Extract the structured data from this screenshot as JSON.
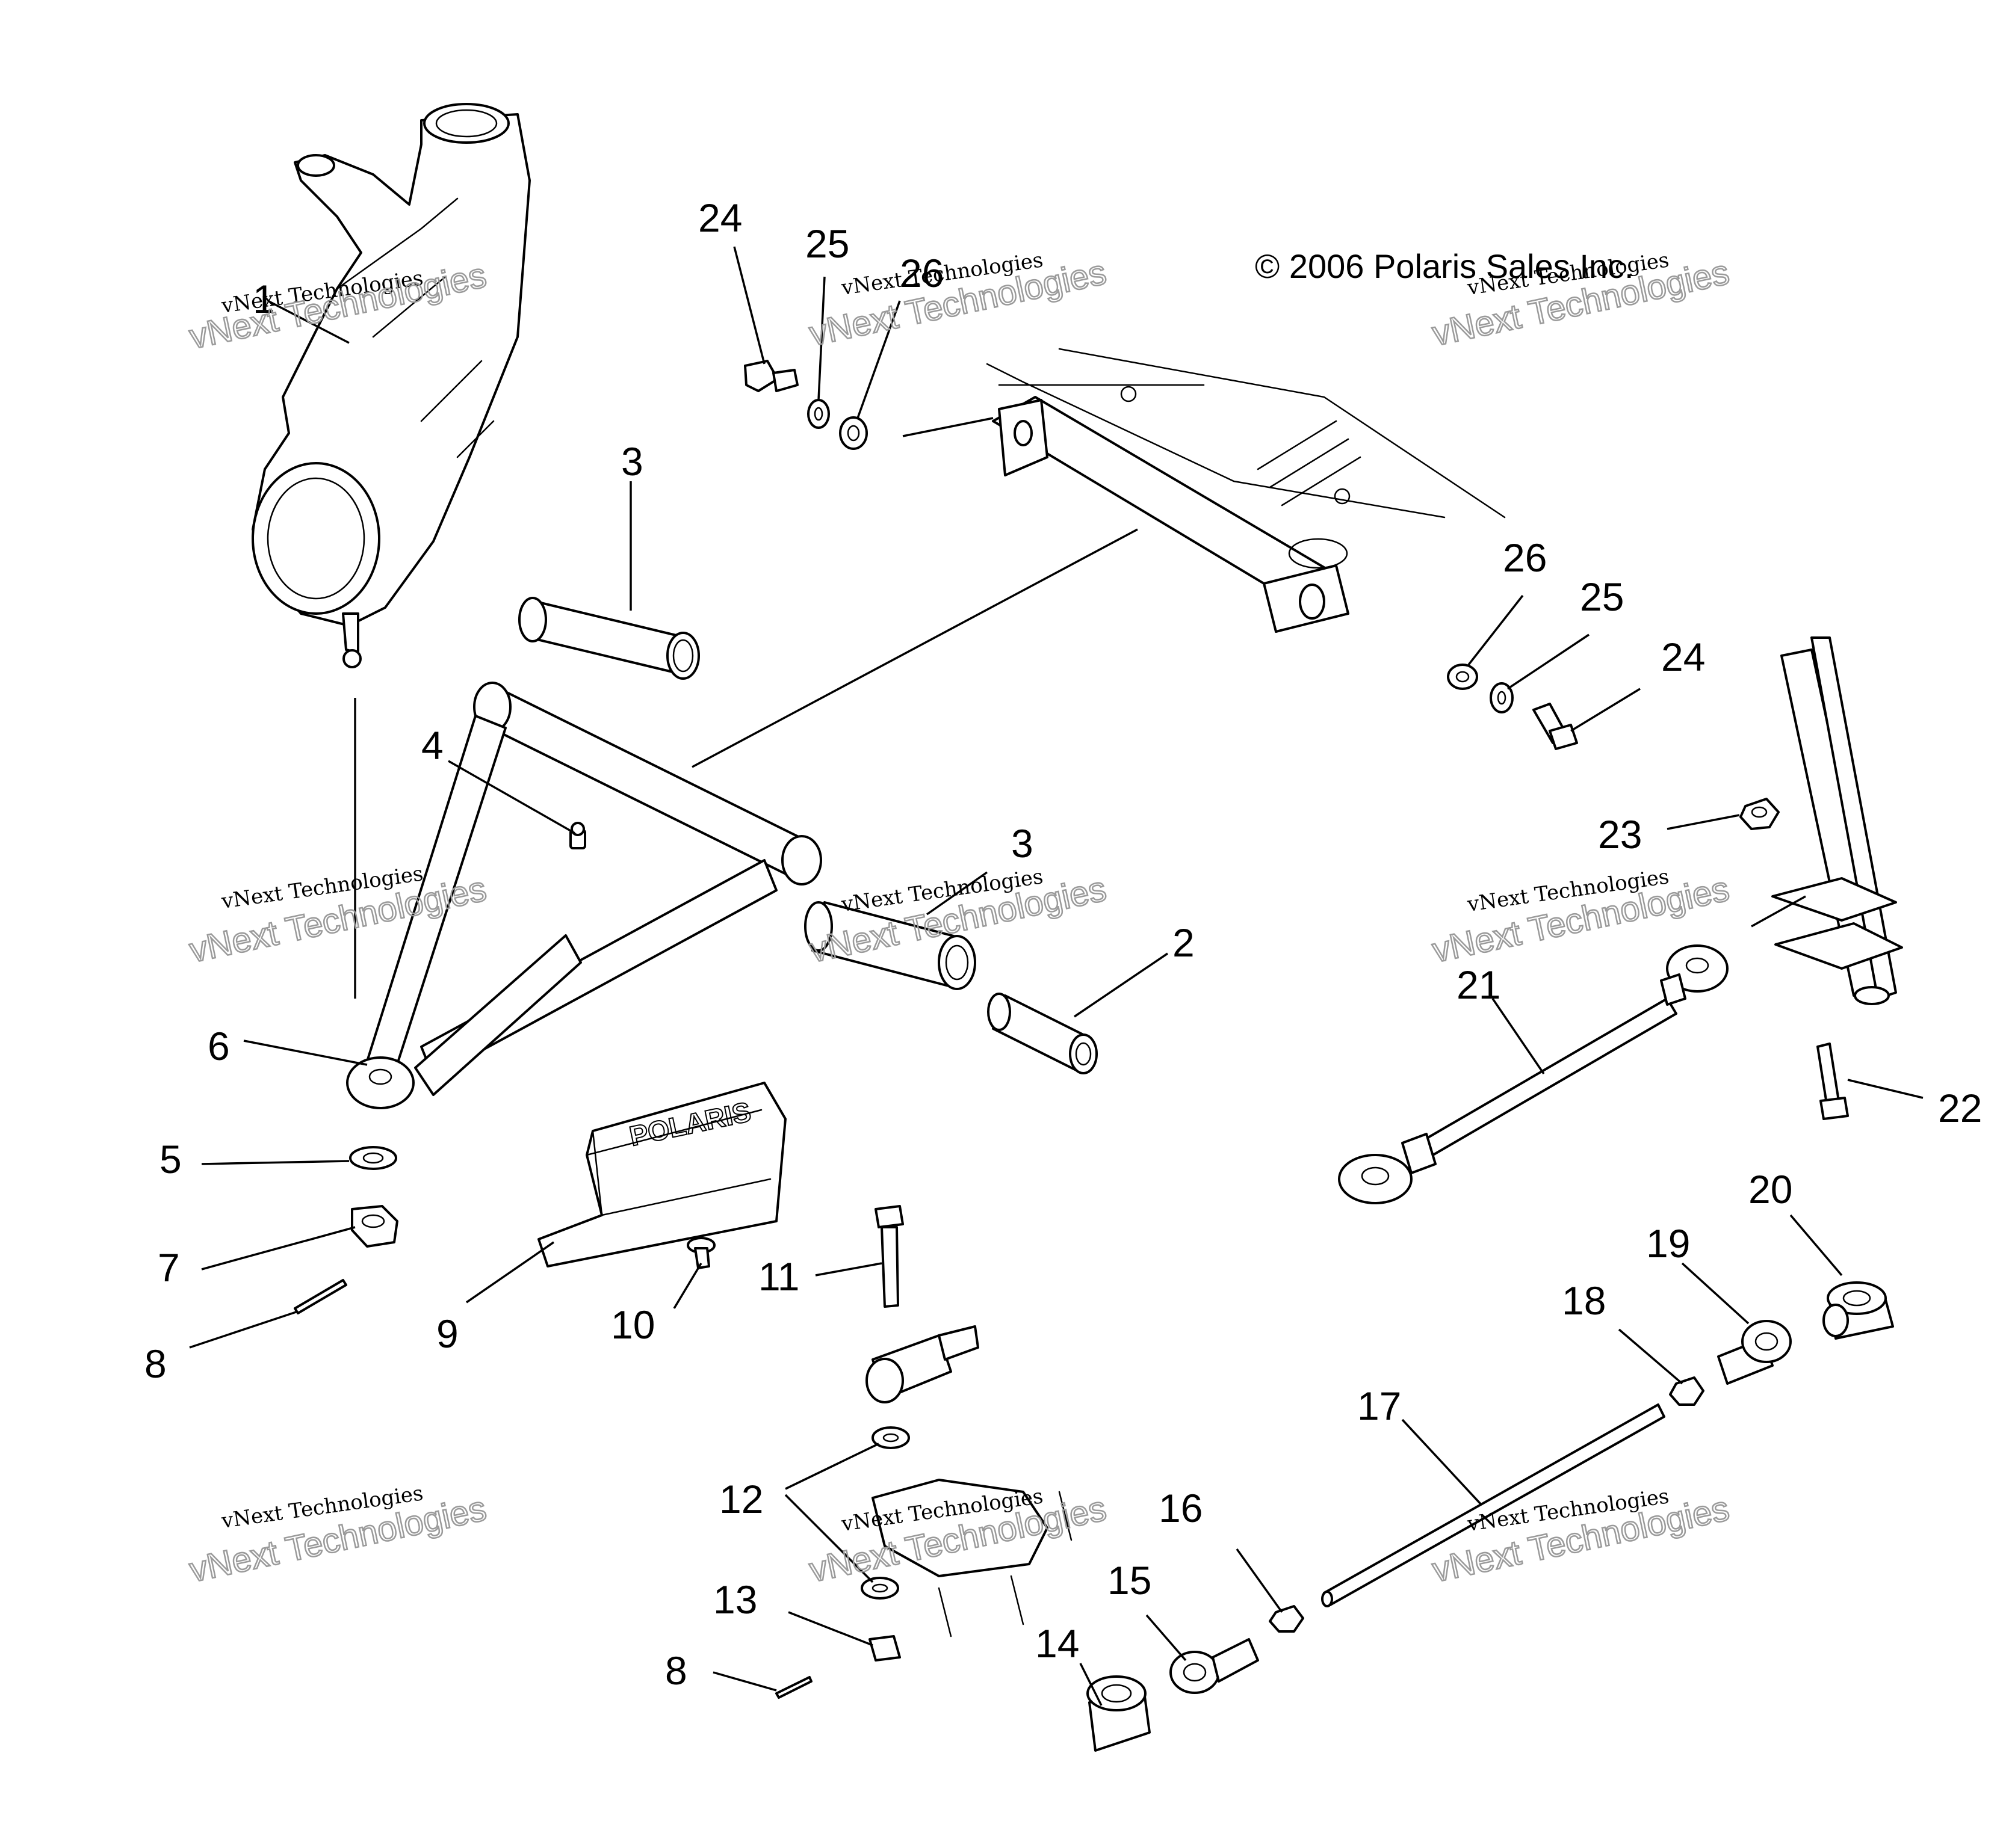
{
  "copyright": "© 2006 Polaris Sales Inc.",
  "brand_logo": "POLARIS",
  "watermark": {
    "line1": "vNext Technologies",
    "line2": "vNext Technologies"
  },
  "callouts": {
    "c1": "1",
    "c2": "2",
    "c3a": "3",
    "c3b": "3",
    "c4": "4",
    "c5": "5",
    "c6": "6",
    "c7": "7",
    "c8a": "8",
    "c8b": "8",
    "c9": "9",
    "c10": "10",
    "c11": "11",
    "c12": "12",
    "c13": "13",
    "c14": "14",
    "c15": "15",
    "c16": "16",
    "c17": "17",
    "c18": "18",
    "c19": "19",
    "c20": "20",
    "c21": "21",
    "c22": "22",
    "c23": "23",
    "c24a": "24",
    "c24b": "24",
    "c25a": "25",
    "c25b": "25",
    "c26a": "26",
    "c26b": "26"
  }
}
